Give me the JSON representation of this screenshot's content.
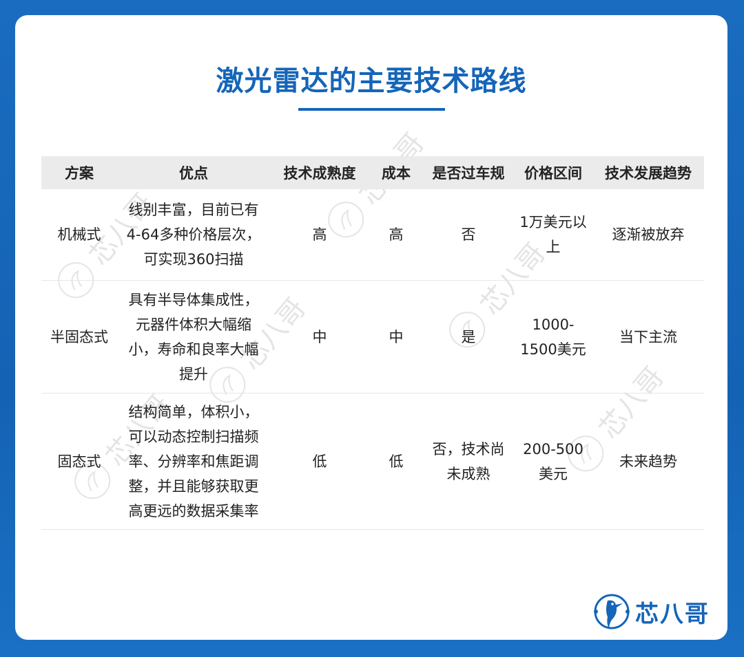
{
  "page": {
    "title": "激光雷达的主要技术路线"
  },
  "table": {
    "headers": [
      "方案",
      "优点",
      "技术成熟度",
      "成本",
      "是否过车规",
      "价格区间",
      "技术发展趋势"
    ],
    "rows": [
      {
        "scheme": "机械式",
        "pros": [
          "线别丰富，目前已有",
          "4-64多种价格层次，",
          "可实现360扫描"
        ],
        "maturity": "高",
        "cost": "高",
        "auto_grade": "否",
        "price": [
          "1万美元以",
          "上"
        ],
        "trend": "逐渐被放弃"
      },
      {
        "scheme": "半固态式",
        "pros": [
          "具有半导体集成性，",
          "元器件体积大幅缩",
          "小，寿命和良率大幅",
          "提升"
        ],
        "maturity": "中",
        "cost": "中",
        "auto_grade": "是",
        "price": [
          "1000-",
          "1500美元"
        ],
        "trend": "当下主流"
      },
      {
        "scheme": "固态式",
        "pros": [
          "结构简单，体积小，",
          "可以动态控制扫描频",
          "率、分辨率和焦距调",
          "整，并且能够获取更",
          "高更远的数据采集率"
        ],
        "maturity": "低",
        "cost": "低",
        "auto_grade": [
          "否，技术尚",
          "未成熟"
        ],
        "price": [
          "200-500",
          "美元"
        ],
        "trend": "未来趋势"
      }
    ]
  },
  "watermark": {
    "text": "芯八哥"
  },
  "logo": {
    "text": "芯八哥",
    "icon": "kingfisher-logo-icon"
  },
  "colors": {
    "brand_blue": "#1565b8",
    "header_gray": "#ebebeb",
    "text": "#222222",
    "background": "#ffffff"
  }
}
